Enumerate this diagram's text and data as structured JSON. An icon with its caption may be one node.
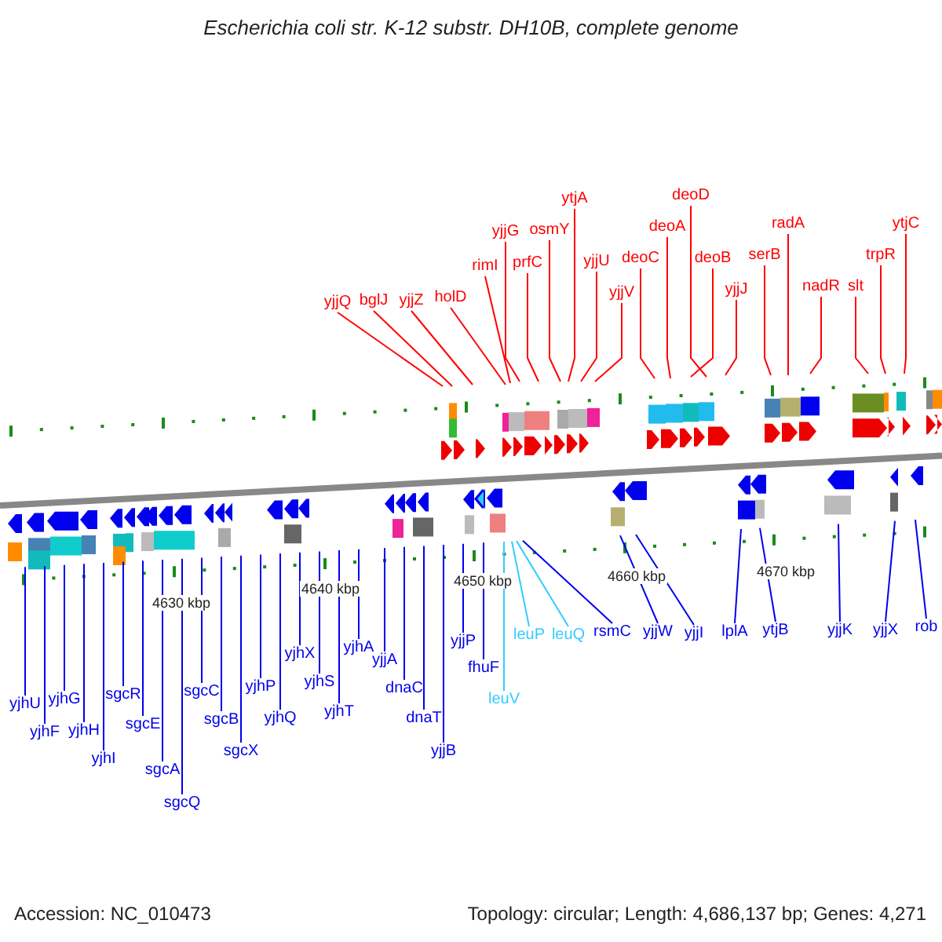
{
  "diagram": {
    "title": "Escherichia coli str. K-12 substr. DH10B, complete genome",
    "nodes": [
      {
        "text": [
          "yjjQ"
        ]
      },
      {
        "text": [
          "bglJ"
        ]
      },
      {
        "text": [
          "yjjZ"
        ]
      },
      {
        "text": [
          "holD"
        ]
      },
      {
        "text": [
          "rimI"
        ]
      },
      {
        "text": [
          "yjjG"
        ]
      },
      {
        "text": [
          "prfC"
        ]
      },
      {
        "text": [
          "osmY"
        ]
      },
      {
        "text": [
          "ytjA"
        ]
      },
      {
        "text": [
          "yjjU"
        ]
      },
      {
        "text": [
          "yjjV"
        ]
      },
      {
        "text": [
          "deoC"
        ]
      },
      {
        "text": [
          "deoA"
        ]
      },
      {
        "text": [
          "deoD"
        ]
      },
      {
        "text": [
          "deoB"
        ]
      },
      {
        "text": [
          "yjjJ"
        ]
      },
      {
        "text": [
          "serB"
        ]
      },
      {
        "text": [
          "radA"
        ]
      },
      {
        "text": [
          "nadR"
        ]
      },
      {
        "text": [
          "slt"
        ]
      },
      {
        "text": [
          "trpR"
        ]
      },
      {
        "text": [
          "ytjC"
        ]
      },
      {
        "text": [
          "yjhU"
        ]
      },
      {
        "text": [
          "yjhF"
        ]
      },
      {
        "text": [
          "yjhG"
        ]
      },
      {
        "text": [
          "yjhH"
        ]
      },
      {
        "text": [
          "yjhI"
        ]
      },
      {
        "text": [
          "sgcR"
        ]
      },
      {
        "text": [
          "sgcE"
        ]
      },
      {
        "text": [
          "sgcA"
        ]
      },
      {
        "text": [
          "sgcQ"
        ]
      },
      {
        "text": [
          "sgcC"
        ]
      },
      {
        "text": [
          "sgcB"
        ]
      },
      {
        "text": [
          "sgcX"
        ]
      },
      {
        "text": [
          "yjhP"
        ]
      },
      {
        "text": [
          "yjhQ"
        ]
      },
      {
        "text": [
          "yjhX"
        ]
      },
      {
        "text": [
          "yjhS"
        ]
      },
      {
        "text": [
          "yjhT"
        ]
      },
      {
        "text": [
          "yjhA"
        ]
      },
      {
        "text": [
          "yjjA"
        ]
      },
      {
        "text": [
          "dnaC"
        ]
      },
      {
        "text": [
          "dnaT"
        ]
      },
      {
        "text": [
          "yjjB"
        ]
      },
      {
        "text": [
          "yjjP"
        ]
      },
      {
        "text": [
          "fhuF"
        ]
      },
      {
        "text": [
          "leuV"
        ]
      },
      {
        "text": [
          "leuP"
        ]
      },
      {
        "text": [
          "leuQ"
        ]
      },
      {
        "text": [
          "rsmC"
        ]
      },
      {
        "text": [
          "yjjW"
        ]
      },
      {
        "text": [
          "yjjI"
        ]
      },
      {
        "text": [
          "lplA"
        ]
      },
      {
        "text": [
          "ytjB"
        ]
      },
      {
        "text": [
          "yjjK"
        ]
      },
      {
        "text": [
          "yjjX"
        ]
      },
      {
        "text": [
          "rob"
        ]
      }
    ],
    "edges": [
      {
        "from": 0,
        "to": null,
        "arrow": "none",
        "color": "#ff0000"
      },
      {
        "from": 1,
        "to": null,
        "arrow": "none",
        "color": "#ff0000"
      },
      {
        "from": 2,
        "to": null,
        "arrow": "none",
        "color": "#ff0000"
      },
      {
        "from": 3,
        "to": null,
        "arrow": "none",
        "color": "#ff0000"
      },
      {
        "from": 4,
        "to": null,
        "arrow": "none",
        "color": "#ff0000"
      },
      {
        "from": 5,
        "to": null,
        "arrow": "none",
        "color": "#ff0000"
      },
      {
        "from": 6,
        "to": null,
        "arrow": "none",
        "color": "#ff0000"
      },
      {
        "from": 7,
        "to": null,
        "arrow": "none",
        "color": "#ff0000"
      },
      {
        "from": 8,
        "to": null,
        "arrow": "none",
        "color": "#ff0000"
      },
      {
        "from": 9,
        "to": null,
        "arrow": "none",
        "color": "#ff0000"
      },
      {
        "from": 10,
        "to": null,
        "arrow": "none",
        "color": "#ff0000"
      },
      {
        "from": 11,
        "to": null,
        "arrow": "none",
        "color": "#ff0000"
      },
      {
        "from": 12,
        "to": null,
        "arrow": "none",
        "color": "#ff0000"
      },
      {
        "from": 13,
        "to": null,
        "arrow": "none",
        "color": "#ff0000"
      },
      {
        "from": 14,
        "to": null,
        "arrow": "none",
        "color": "#ff0000"
      },
      {
        "from": 15,
        "to": null,
        "arrow": "none",
        "color": "#ff0000"
      },
      {
        "from": 16,
        "to": null,
        "arrow": "none",
        "color": "#ff0000"
      },
      {
        "from": 17,
        "to": null,
        "arrow": "none",
        "color": "#ff0000"
      },
      {
        "from": 18,
        "to": null,
        "arrow": "none",
        "color": "#ff0000"
      },
      {
        "from": 19,
        "to": null,
        "arrow": "none",
        "color": "#ff0000"
      },
      {
        "from": 20,
        "to": null,
        "arrow": "none",
        "color": "#ff0000"
      },
      {
        "from": 21,
        "to": null,
        "arrow": "none",
        "color": "#ff0000"
      },
      {
        "from": 22,
        "to": null,
        "arrow": "none"
      },
      {
        "from": 23,
        "to": null,
        "arrow": "none"
      },
      {
        "from": 24,
        "to": null,
        "arrow": "none"
      },
      {
        "from": 25,
        "to": null,
        "arrow": "none"
      },
      {
        "from": 26,
        "to": null,
        "arrow": "none"
      },
      {
        "from": 27,
        "to": null,
        "arrow": "none"
      },
      {
        "from": 28,
        "to": null,
        "arrow": "none"
      },
      {
        "from": 29,
        "to": null,
        "arrow": "none"
      },
      {
        "from": 30,
        "to": null,
        "arrow": "none"
      },
      {
        "from": 31,
        "to": null,
        "arrow": "none"
      },
      {
        "from": 32,
        "to": null,
        "arrow": "none"
      },
      {
        "from": 33,
        "to": null,
        "arrow": "none"
      },
      {
        "from": 34,
        "to": null,
        "arrow": "none"
      },
      {
        "from": 35,
        "to": null,
        "arrow": "none"
      },
      {
        "from": 36,
        "to": null,
        "arrow": "none"
      },
      {
        "from": 37,
        "to": null,
        "arrow": "none"
      },
      {
        "from": 38,
        "to": null,
        "arrow": "none"
      },
      {
        "from": 39,
        "to": null,
        "arrow": "none"
      },
      {
        "from": 40,
        "to": null,
        "arrow": "none"
      },
      {
        "from": 41,
        "to": null,
        "arrow": "none"
      },
      {
        "from": 42,
        "to": null,
        "arrow": "none"
      },
      {
        "from": 43,
        "to": null,
        "arrow": "none"
      },
      {
        "from": 44,
        "to": null,
        "arrow": "none"
      },
      {
        "from": 45,
        "to": null,
        "arrow": "none"
      },
      {
        "from": 46,
        "to": null,
        "arrow": "none",
        "color": "#33ccff"
      },
      {
        "from": 47,
        "to": null,
        "arrow": "none",
        "color": "#33ccff"
      },
      {
        "from": 48,
        "to": null,
        "arrow": "none",
        "color": "#33ccff"
      },
      {
        "from": 49,
        "to": null,
        "arrow": "none"
      },
      {
        "from": 50,
        "to": null,
        "arrow": "none"
      },
      {
        "from": 51,
        "to": null,
        "arrow": "none"
      },
      {
        "from": 52,
        "to": null,
        "arrow": "none"
      },
      {
        "from": 53,
        "to": null,
        "arrow": "none"
      },
      {
        "from": 54,
        "to": null,
        "arrow": "none"
      },
      {
        "from": 55,
        "to": null,
        "arrow": "none"
      },
      {
        "from": 56,
        "to": null,
        "arrow": "none"
      }
    ],
    "labels": [
      "4630 kbp",
      "4640 kbp",
      "4650 kbp",
      "4660 kbp",
      "4670 kbp",
      "Accession: NC_010473",
      "Topology: circular; Length: 4,686,137 bp; Genes: 4,271"
    ]
  }
}
